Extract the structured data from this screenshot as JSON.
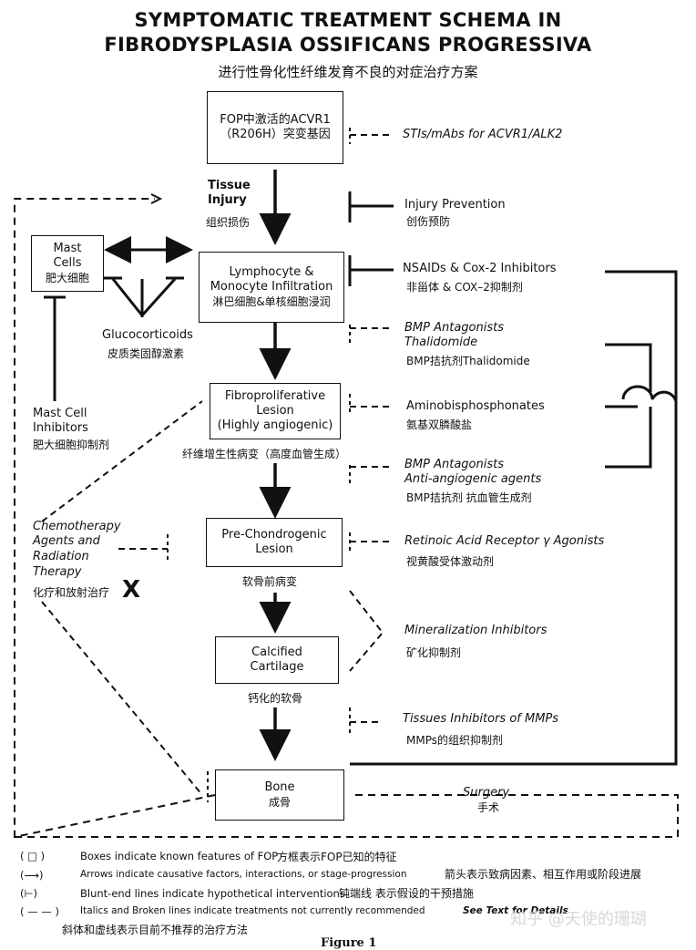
{
  "title": {
    "line1": "SYMPTOMATIC TREATMENT SCHEMA IN",
    "line2": "FIBRODYSPLASIA OSSIFICANS PROGRESSIVA",
    "zh": "进行性骨化性纤维发育不良的对症治疗方案"
  },
  "boxes": {
    "gene": {
      "line1": "FOP中激活的ACVR1",
      "line2": "（R206H）突变基因"
    },
    "mast": {
      "line1": "Mast",
      "line2": "Cells",
      "zh": "肥大细胞"
    },
    "lympho": {
      "line1": "Lymphocyte &",
      "line2": "Monocyte Infiltration",
      "zh": "淋巴细胞&单核细胞浸润"
    },
    "fibro": {
      "line1": "Fibroproliferative",
      "line2": "Lesion",
      "line3": "(Highly angiogenic)"
    },
    "prechon": {
      "line1": "Pre-Chondrogenic",
      "line2": "Lesion"
    },
    "calcified": {
      "line1": "Calcified",
      "line2": "Cartilage"
    },
    "bone": {
      "line1": "Bone",
      "zh": "成骨"
    }
  },
  "stages": {
    "tissue_injury": {
      "line1": "Tissue",
      "line2": "Injury",
      "zh": "组织损伤"
    },
    "fibro_zh": "纤维增生性病变（高度血管生成）",
    "prechon_zh": "软骨前病变",
    "calcified_zh": "钙化的软骨"
  },
  "left_labels": {
    "glucocorticoids": "Glucocorticoids",
    "glucocorticoids_zh": "皮质类固醇激素",
    "mast_inhib_1": "Mast Cell",
    "mast_inhib_2": "Inhibitors",
    "mast_inhib_zh": "肥大细胞抑制剂",
    "chemo_1": "Chemotherapy",
    "chemo_2": "Agents and",
    "chemo_3": "Radiation",
    "chemo_4": "Therapy",
    "chemo_zh": "化疗和放射治疗",
    "x_mark": "X"
  },
  "treatments": {
    "stis": "STIs/mAbs for ACVR1/ALK2",
    "injury_prev": "Injury Prevention",
    "injury_prev_zh": "创伤预防",
    "nsaids": "NSAIDs & Cox-2 Inhibitors",
    "nsaids_zh": "非甾体 & COX–2抑制剂",
    "bmp1_a": "BMP Antagonists",
    "bmp1_b": "Thalidomide",
    "bmp1_zh": "BMP拮抗剂Thalidomide",
    "amino": "Aminobisphosphonates",
    "amino_zh": "氨基双膦酸盐",
    "bmp2_a": "BMP Antagonists",
    "bmp2_b": "Anti-angiogenic agents",
    "bmp2_zh": "BMP拮抗剂 抗血管生成剂",
    "retinoic": "Retinoic Acid Receptor γ Agonists",
    "retinoic_zh": "视黄酸受体激动剂",
    "mineral": "Mineralization Inhibitors",
    "mineral_zh": "矿化抑制剂",
    "timps": "Tissues Inhibitors of MMPs",
    "timps_zh": "MMPs的组织抑制剂",
    "surgery": "Surgery",
    "surgery_zh": "手术"
  },
  "legend": {
    "row1_sym": "( □ )",
    "row1": "Boxes indicate known features of FOP",
    "row1_zh": "方框表示FOP已知的特征",
    "row2_sym": "(⟶)",
    "row2": "Arrows indicate causative factors, interactions, or stage-progression",
    "row2_zh": "箭头表示致病因素、相互作用或阶段进展",
    "row3_sym": "(⊢)",
    "row3": "Blunt-end lines indicate hypothetical interventions",
    "row3_zh": "钝端线 表示假设的干预措施",
    "row4_sym": "( — — )",
    "row4": "Italics and Broken lines indicate treatments not currently recommended",
    "row4_zh": "斜体和虚线表示目前不推荐的治疗方法",
    "see_text": "See Text for Details",
    "watermark": "知乎 @天使的珊瑚",
    "figure": "Figure 1"
  }
}
